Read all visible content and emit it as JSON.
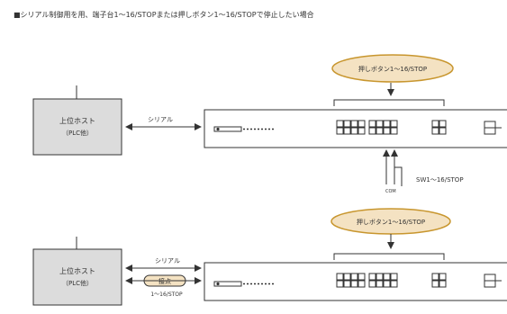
{
  "heading": "■シリアル制御用を用、端子台1〜16/STOPまたは押しボタン1〜16/STOPで停止したい場合",
  "top": {
    "host_line1": "上位ホスト",
    "host_line2": "（PLC他）",
    "serial_label": "シリアル",
    "bubble_label": "押しボタン1〜16/STOP",
    "sw_label": "SW1〜16/STOP",
    "com_label": "COM"
  },
  "bottom": {
    "host_line1": "上位ホスト",
    "host_line2": "（PLC他）",
    "serial_label": "シリアル",
    "io_label": "接点",
    "terminal_label": "1〜16/STOP",
    "bubble_label": "押しボタン1〜16/STOP"
  },
  "colors": {
    "host_fill": "#dcdcdc",
    "bubble_fill": "#f4e2c2",
    "bubble_stroke": "#c8962e",
    "io_fill": "#f4e2c2",
    "line": "#333333"
  }
}
